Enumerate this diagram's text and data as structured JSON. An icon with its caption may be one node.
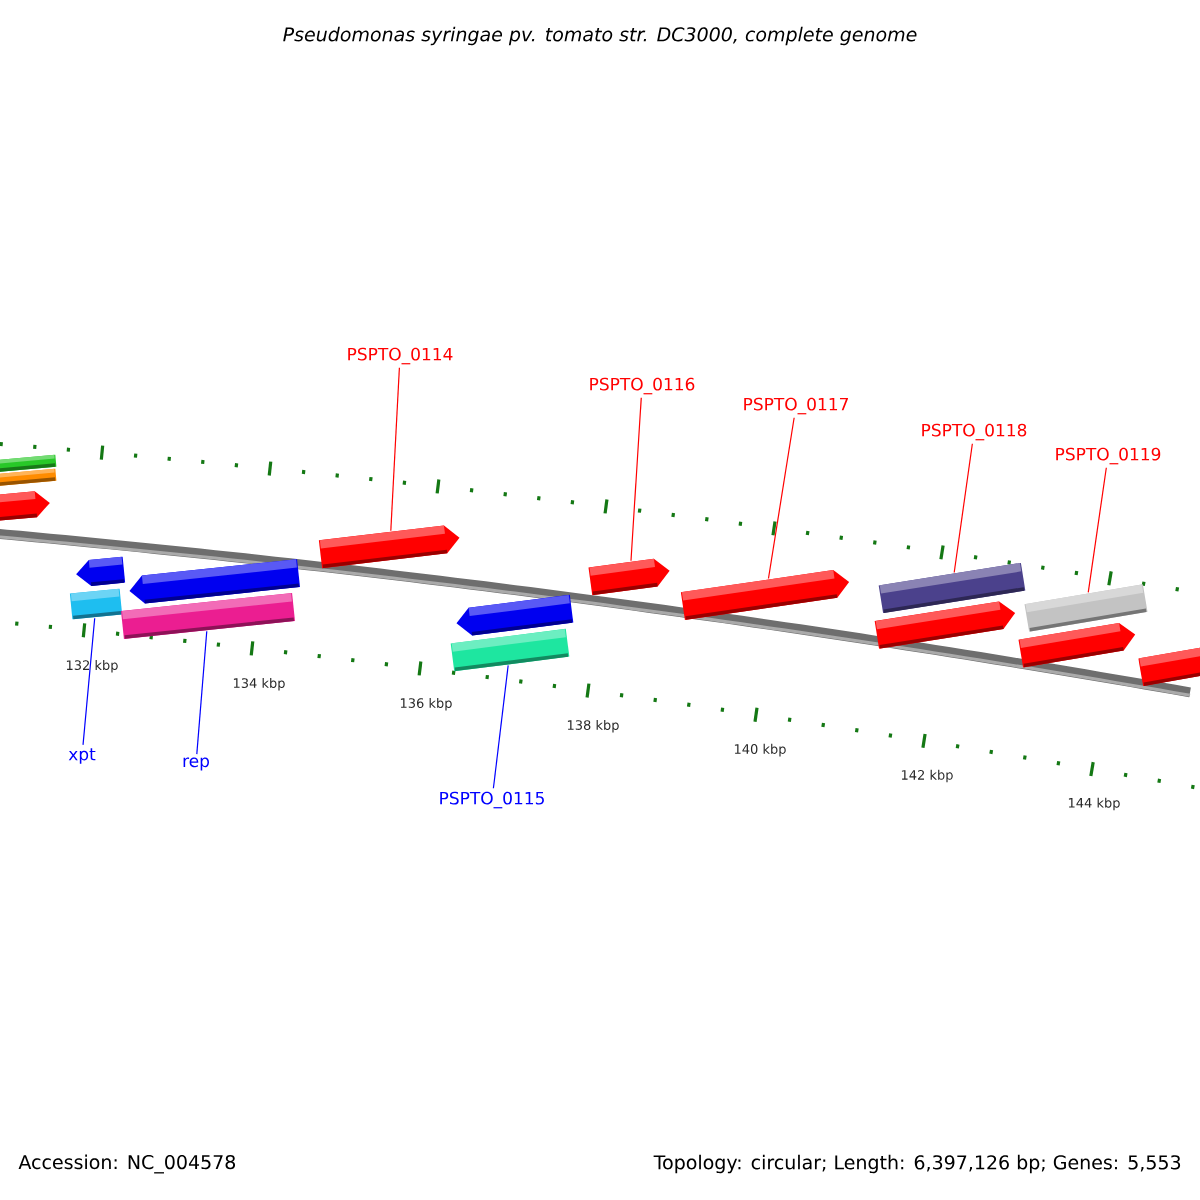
{
  "diagram": {
    "title": "Pseudomonas syringae pv. tomato str. DC3000, complete genome",
    "nodes": [
      {
        "text": [
          "PSPTO_0114"
        ]
      },
      {
        "text": [
          "PSPTO_0116"
        ]
      },
      {
        "text": [
          "PSPTO_0117"
        ]
      },
      {
        "text": [
          "PSPTO_0118"
        ]
      },
      {
        "text": [
          "PSPTO_0119"
        ]
      },
      {
        "text": [
          "xpt"
        ]
      },
      {
        "text": [
          "rep"
        ]
      },
      {
        "text": [
          "PSPTO_0115"
        ]
      },
      {
        "text": [],
        "shape": "arrow"
      },
      {
        "text": [],
        "shape": "arrow"
      },
      {
        "text": [],
        "shape": "arrow"
      },
      {
        "text": [],
        "shape": "bar"
      },
      {
        "text": [],
        "shape": "bar"
      },
      {
        "text": [],
        "shape": "bar"
      },
      {
        "text": [],
        "shape": "bar"
      },
      {
        "text": [],
        "shape": "bar"
      },
      {
        "text": [],
        "shape": "bar"
      },
      {
        "text": [],
        "shape": "bar"
      },
      {
        "text": [],
        "shape": "arrow"
      },
      {
        "text": [],
        "shape": "arrow"
      },
      {
        "text": [],
        "shape": "arrow"
      },
      {
        "text": [],
        "shape": "arrow"
      },
      {
        "text": [],
        "shape": "arrow"
      },
      {
        "text": [],
        "shape": "arrow"
      },
      {
        "text": [],
        "shape": "arrow"
      }
    ],
    "edges": [
      {
        "from": 0,
        "to": 8,
        "arrow": "none"
      },
      {
        "from": 1,
        "to": 9,
        "arrow": "none"
      },
      {
        "from": 2,
        "to": 10,
        "arrow": "none"
      },
      {
        "from": 3,
        "to": 11,
        "arrow": "none"
      },
      {
        "from": 4,
        "to": 12,
        "arrow": "none"
      },
      {
        "from": 5,
        "to": 13,
        "arrow": "none",
        "color": "#0000ff"
      },
      {
        "from": 6,
        "to": 14,
        "arrow": "none",
        "color": "#0000ff"
      },
      {
        "from": 7,
        "to": 15,
        "arrow": "none",
        "color": "#0000ff"
      }
    ],
    "labels": [
      "132 kbp",
      "134 kbp",
      "136 kbp",
      "138 kbp",
      "140 kbp",
      "142 kbp",
      "144 kbp",
      "Accession: NC_004578",
      "Topology: circular; Length: 6,397,126 bp; Genes: 5,553"
    ]
  }
}
